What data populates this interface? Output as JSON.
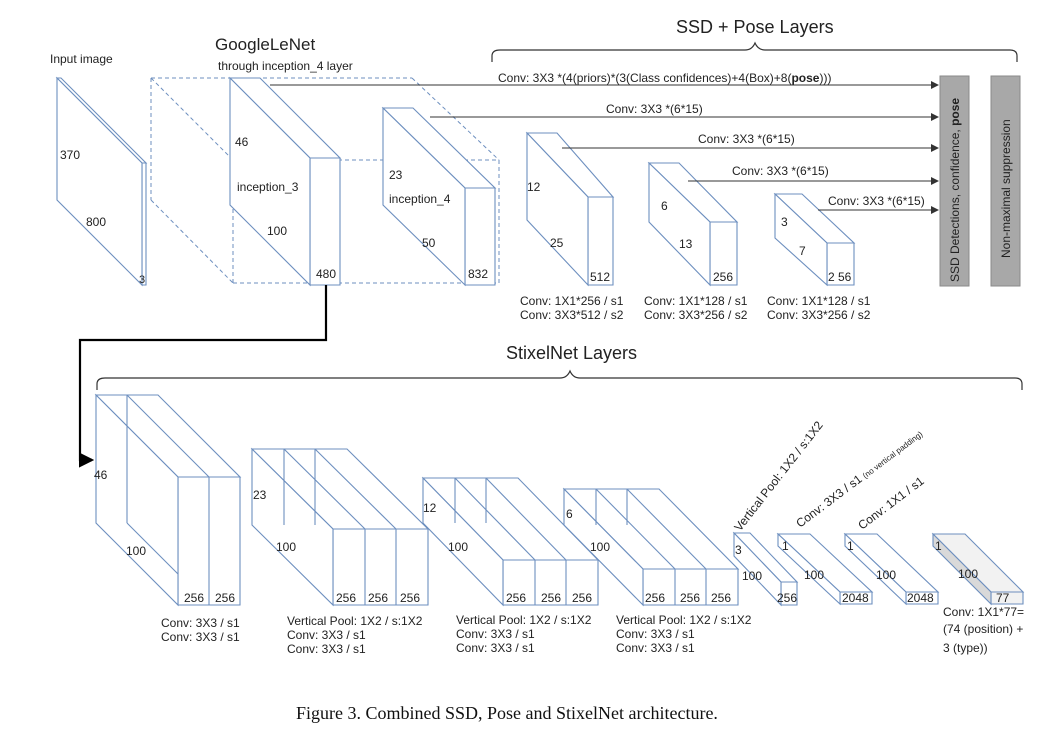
{
  "title_googlenet": "GoogleLeNet",
  "subtitle_googlenet": "through inception_4 layer",
  "input_label": "Input image",
  "ssd_title": "SSD + Pose Layers",
  "stixel_title": "StixelNet Layers",
  "caption": "Figure 3. Combined SSD, Pose and StixelNet architecture.",
  "input_dims": {
    "h": "370",
    "w": "800",
    "d": "3"
  },
  "inception3": {
    "label": "inception_3",
    "h": "46",
    "w": "100",
    "d": "480"
  },
  "inception4": {
    "label": "inception_4",
    "h": "23",
    "w": "50",
    "d": "832"
  },
  "ssd_blocks": [
    {
      "h": "12",
      "w": "25",
      "d": "512",
      "conv1": "Conv: 1X1*256 / s1",
      "conv2": "Conv: 3X3*512 / s2"
    },
    {
      "h": "6",
      "w": "13",
      "d": "256",
      "conv1": "Conv: 1X1*128 / s1",
      "conv2": "Conv: 3X3*256 / s2"
    },
    {
      "h": "3",
      "w": "7",
      "d": "2 56",
      "conv1": "Conv: 1X1*128 / s1",
      "conv2": "Conv: 3X3*256 / s2"
    }
  ],
  "ssd_convs": {
    "c1_pre": "Conv: 3X3 *(4(priors)*(3(Class confidences)+4(Box)+8(",
    "c1_bold": "pose",
    "c1_post": ")))",
    "c2": "Conv: 3X3 *(6*15)",
    "c3": "Conv: 3X3 *(6*15)",
    "c4": "Conv: 3X3 *(6*15)",
    "c5": "Conv: 3X3 *(6*15)"
  },
  "ssd_detect_pre": "SSD Detections, confidence, ",
  "ssd_detect_bold": "pose",
  "nms": "Non-maximal suppression",
  "stixel_blocks": [
    {
      "h": "46",
      "w": "100",
      "d1": "256",
      "d2": "256",
      "conv": [
        "Conv: 3X3 / s1",
        "Conv: 3X3 / s1"
      ]
    },
    {
      "h": "23",
      "w": "100",
      "d1": "256",
      "d2": "256",
      "d3": "256",
      "conv": [
        "Vertical Pool: 1X2 / s:1X2",
        "Conv: 3X3 / s1",
        "Conv: 3X3 / s1"
      ]
    },
    {
      "h": "12",
      "w": "100",
      "d1": "256",
      "d2": "256",
      "d3": "256",
      "conv": [
        "Vertical Pool: 1X2 / s:1X2",
        "Conv: 3X3 / s1",
        "Conv: 3X3 / s1"
      ]
    },
    {
      "h": "6",
      "w": "100",
      "d1": "256",
      "d2": "256",
      "d3": "256",
      "conv": [
        "Vertical Pool: 1X2 / s:1X2",
        "Conv: 3X3 / s1",
        "Conv: 3X3 / s1"
      ]
    }
  ],
  "stixel_small": [
    {
      "h": "3",
      "w": "100",
      "d": "256",
      "label": "Vertical Pool: 1X2 / s:1X2"
    },
    {
      "h": "1",
      "w": "100",
      "d": "2048",
      "label": "Conv: 3X3 / s1",
      "note": "(no vertical padding)"
    },
    {
      "h": "1",
      "w": "100",
      "d": "2048",
      "label": "Conv: 1X1 / s1"
    },
    {
      "h": "1",
      "w": "100",
      "d": "77",
      "conv": [
        "Conv: 1X1*77=",
        "(74 (position) +",
        "3 (type))"
      ]
    }
  ]
}
